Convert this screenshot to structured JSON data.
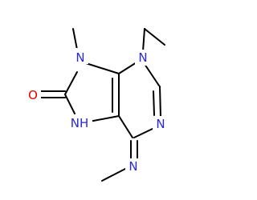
{
  "colors": {
    "bond": "#000000",
    "nitrogen": "#2a2acc",
    "oxygen": "#e00000",
    "background": "#ffffff"
  },
  "atoms": {
    "n3": {
      "label": "N",
      "element": "nitrogen"
    },
    "n9": {
      "label": "N",
      "element": "nitrogen"
    },
    "n1": {
      "label": "N",
      "element": "nitrogen"
    },
    "n7": {
      "label": "NH",
      "element": "nitrogen"
    },
    "n_exo": {
      "label": "N",
      "element": "nitrogen"
    },
    "o8": {
      "label": "O",
      "element": "oxygen"
    }
  }
}
